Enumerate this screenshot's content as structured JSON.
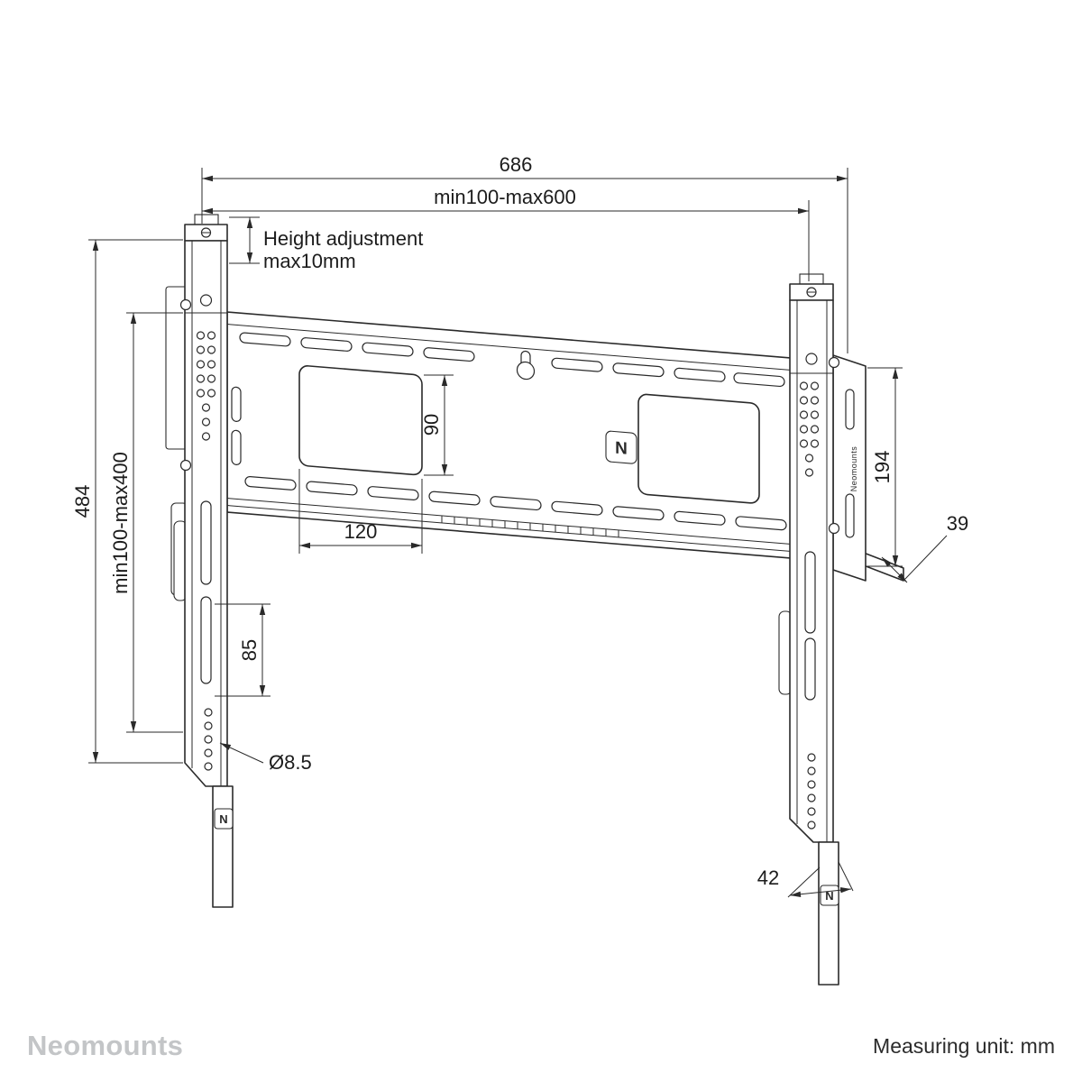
{
  "diagram": {
    "dims": {
      "overall_width": "686",
      "plate_range": "min100-max600",
      "height_adj_line1": "Height adjustment",
      "height_adj_line2": "max10mm",
      "overall_height": "484",
      "rail_range": "min100-max400",
      "cutout_height": "90",
      "cutout_width": "120",
      "slot_length": "85",
      "hole_diameter": "Ø8.5",
      "side_bracket_height": "194",
      "profile_depth": "39",
      "strip_width": "42"
    },
    "logo_glyph": "N",
    "rail_brand": "Neomounts"
  },
  "footer": {
    "brand": "Neomounts",
    "unit_note": "Measuring unit: mm"
  }
}
